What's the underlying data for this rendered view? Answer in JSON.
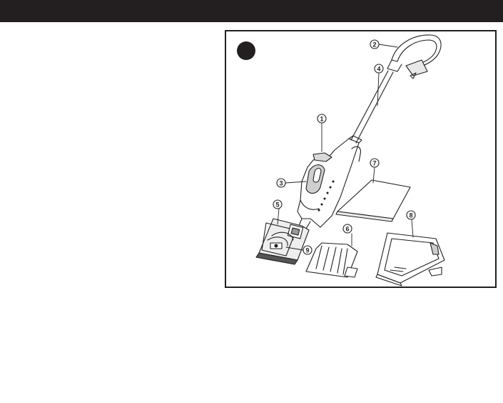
{
  "header": {
    "bar_color": "#231f20"
  },
  "figure": {
    "marker_color": "#231f20",
    "callouts": [
      {
        "id": "1",
        "label": "1"
      },
      {
        "id": "2",
        "label": "2"
      },
      {
        "id": "3",
        "label": "3"
      },
      {
        "id": "4",
        "label": "4"
      },
      {
        "id": "5",
        "label": "5"
      },
      {
        "id": "6",
        "label": "6"
      },
      {
        "id": "7",
        "label": "7"
      },
      {
        "id": "8",
        "label": "8"
      },
      {
        "id": "9",
        "label": "9"
      }
    ]
  }
}
